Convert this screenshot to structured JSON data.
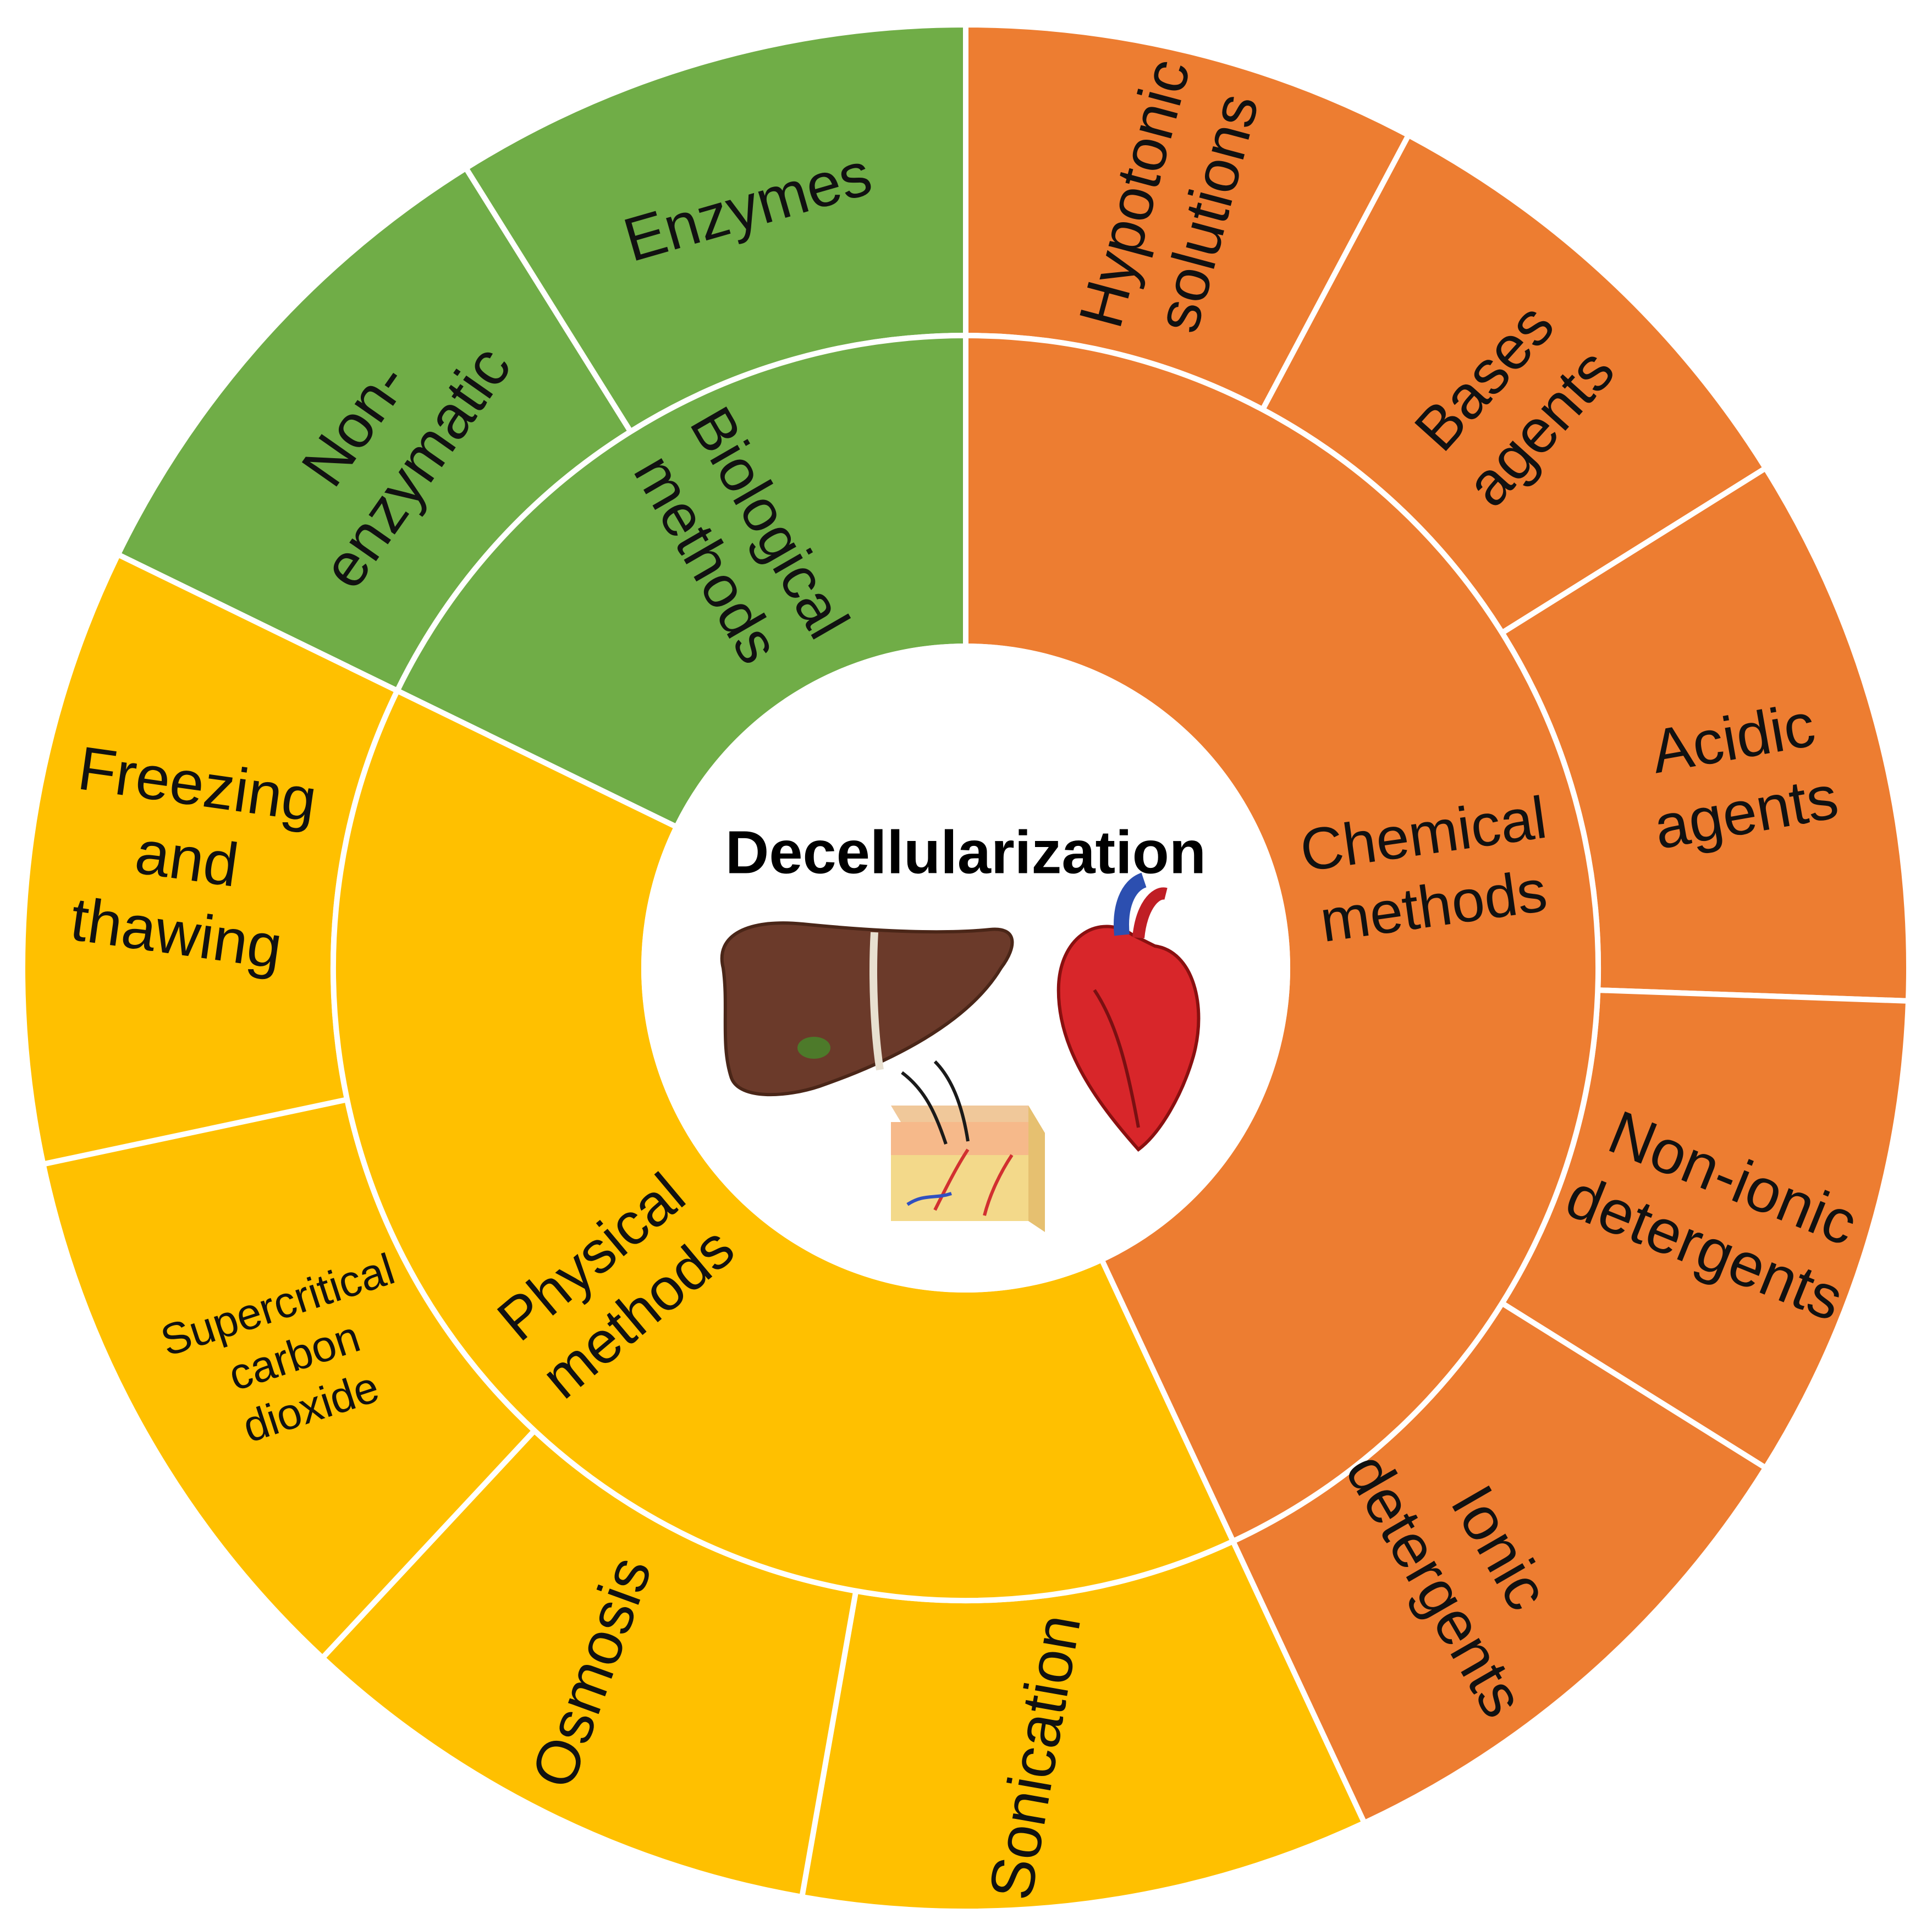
{
  "center": {
    "title": "Decellularization"
  },
  "colors": {
    "biological": "#70AD47",
    "chemical": "#ED7D31",
    "physical": "#FFC000",
    "separator": "#FFFFFF"
  },
  "categories": [
    {
      "key": "biological",
      "label": "Biological methods",
      "lines": [
        "Biological",
        "methods"
      ],
      "items": [
        {
          "label": "Non-enzymatic",
          "lines": [
            "Non-",
            "enzymatic"
          ]
        },
        {
          "label": "Enzymes",
          "lines": [
            "Enzymes"
          ]
        }
      ]
    },
    {
      "key": "chemical",
      "label": "Chemical methods",
      "lines": [
        "Chemical",
        "methods"
      ],
      "items": [
        {
          "label": "Hypotonic solutions",
          "lines": [
            "Hypotonic",
            "solutions"
          ]
        },
        {
          "label": "Bases agents",
          "lines": [
            "Bases",
            "agents"
          ]
        },
        {
          "label": "Acidic agents",
          "lines": [
            "Acidic",
            "agents"
          ]
        },
        {
          "label": "Non-ionic detergents",
          "lines": [
            "Non-ionic",
            "detergents"
          ]
        },
        {
          "label": "Ionic detergents",
          "lines": [
            "Ionic",
            "detergents"
          ]
        }
      ]
    },
    {
      "key": "physical",
      "label": "Physical methods",
      "lines": [
        "Physical",
        "methods"
      ],
      "items": [
        {
          "label": "Sonication",
          "lines": [
            "Sonication"
          ]
        },
        {
          "label": "Osmosis",
          "lines": [
            "Osmosis"
          ]
        },
        {
          "label": "Supercritical carbon dioxide",
          "lines": [
            "Supercritical",
            "carbon",
            "dioxide"
          ]
        },
        {
          "label": "Freezing and thawing",
          "lines": [
            "Freezing",
            "and",
            "thawing"
          ]
        }
      ]
    }
  ],
  "icons": [
    "liver-icon",
    "heart-icon",
    "skin-tissue-icon"
  ]
}
